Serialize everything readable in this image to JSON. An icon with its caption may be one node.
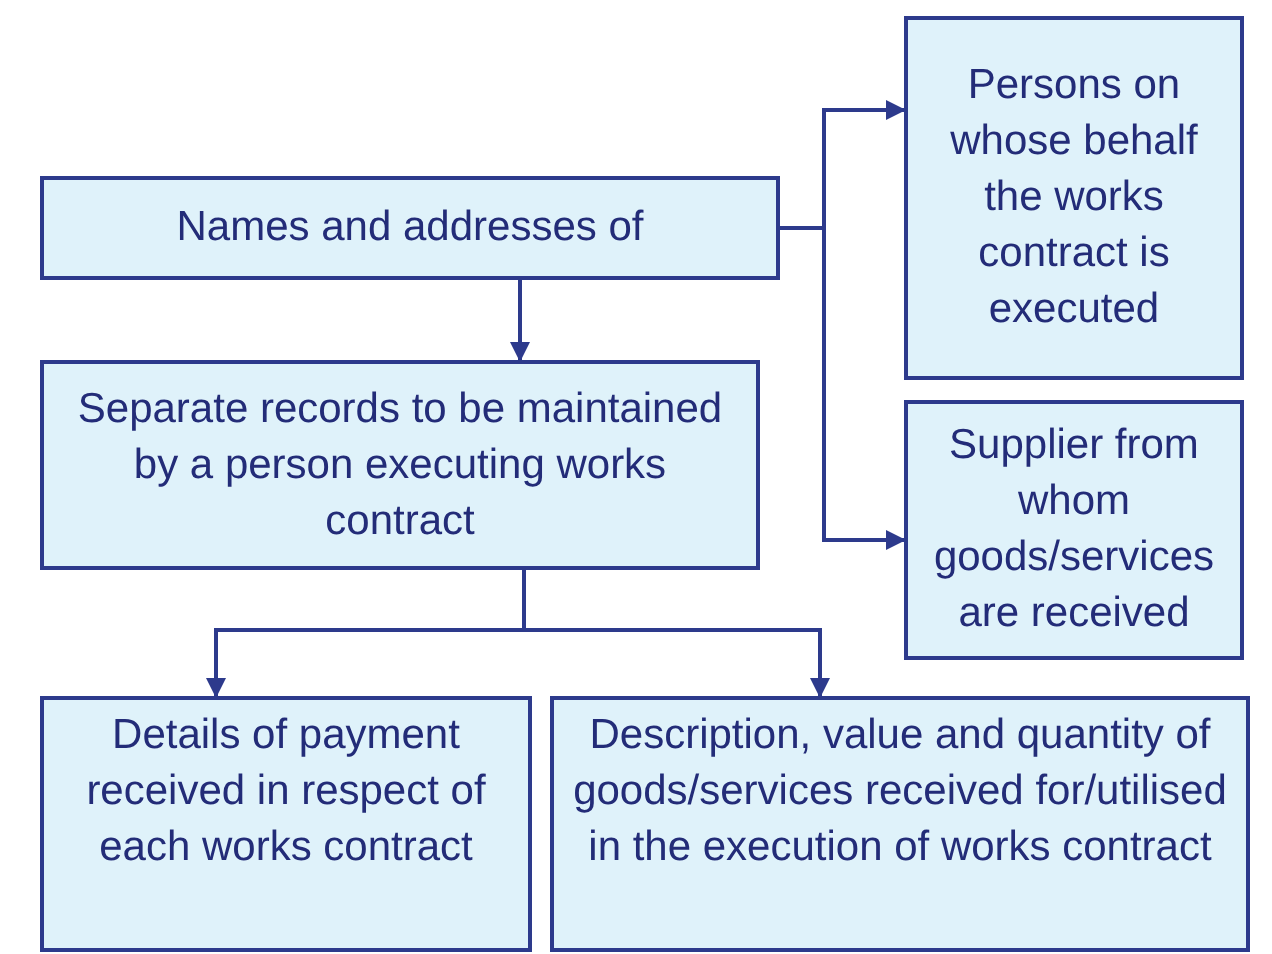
{
  "diagram": {
    "nodes": [
      {
        "text": [
          "Names and addresses of"
        ]
      },
      {
        "text": [
          "Persons on whose behalf the works contract is executed"
        ]
      },
      {
        "text": [
          "Supplier from whom goods/services are received"
        ]
      },
      {
        "text": [
          "Separate records to be maintained by a person executing works contract"
        ]
      },
      {
        "text": [
          "Details of payment received in respect of each works contract"
        ]
      },
      {
        "text": [
          "Description, value and quantity of goods/services received for/utilised in the execution of works contract"
        ]
      }
    ],
    "edges": [
      {
        "from": 0,
        "to": 1,
        "arrow": "to"
      },
      {
        "from": 0,
        "to": 2,
        "arrow": "to"
      },
      {
        "from": 0,
        "to": 3,
        "arrow": "to"
      },
      {
        "from": 3,
        "to": 4,
        "arrow": "to"
      },
      {
        "from": 3,
        "to": 5,
        "arrow": "to"
      }
    ]
  }
}
